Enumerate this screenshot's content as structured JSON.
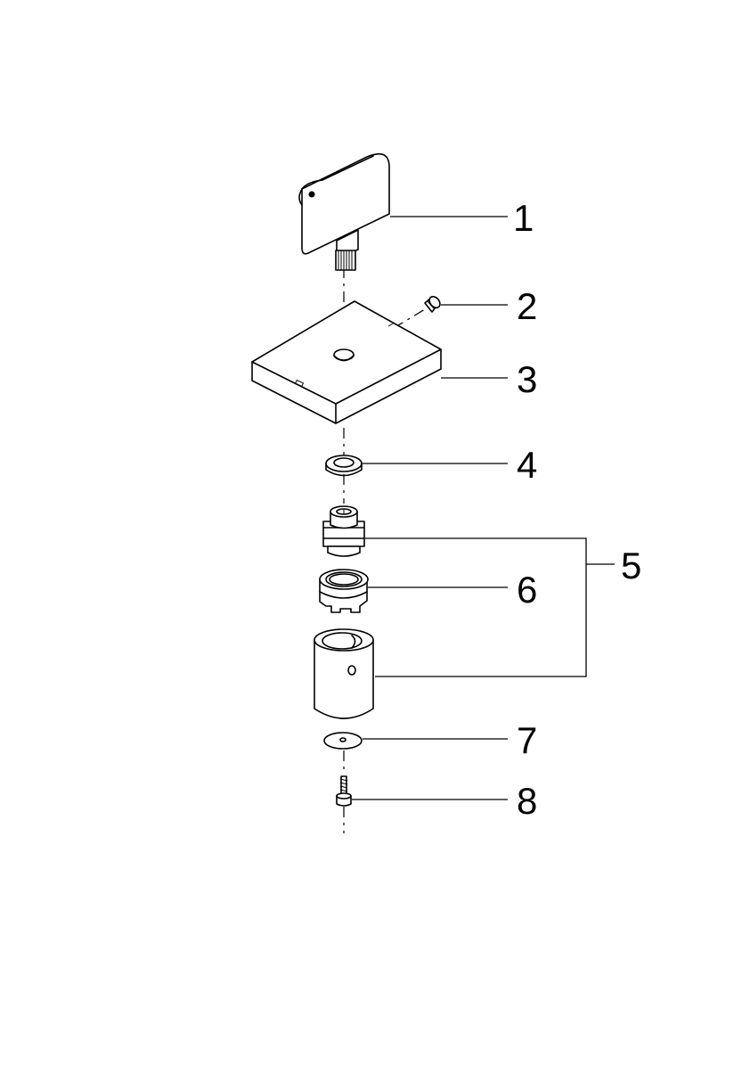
{
  "diagram": {
    "type": "exploded-parts-view",
    "callouts": [
      {
        "number": "1",
        "part": "lever-handle"
      },
      {
        "number": "2",
        "part": "set-screw"
      },
      {
        "number": "3",
        "part": "square-cover-plate"
      },
      {
        "number": "4",
        "part": "washer-ring"
      },
      {
        "number": "5",
        "part": "cartridge-assembly"
      },
      {
        "number": "6",
        "part": "threaded-nut"
      },
      {
        "number": "7",
        "part": "flat-washer"
      },
      {
        "number": "8",
        "part": "screw"
      }
    ]
  }
}
